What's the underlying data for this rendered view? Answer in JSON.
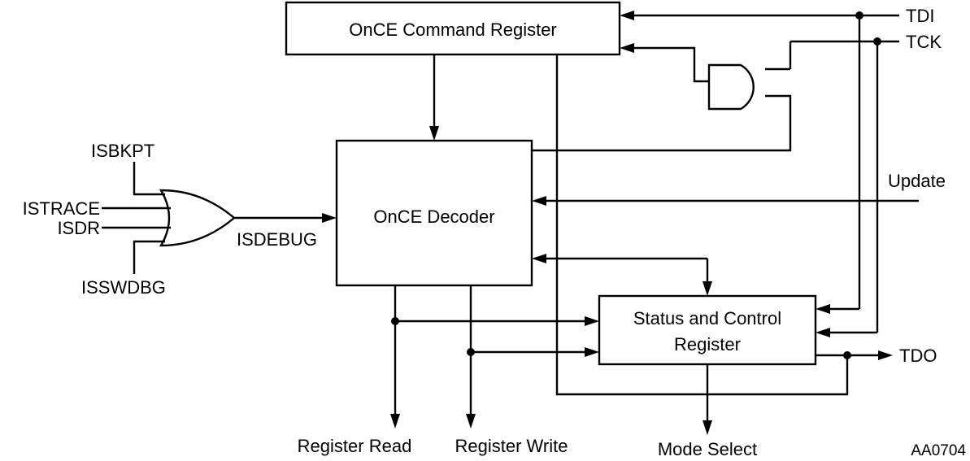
{
  "blocks": {
    "command_register": "OnCE Command Register",
    "decoder": "OnCE Decoder",
    "status_line1": "Status and Control",
    "status_line2": "Register"
  },
  "signals": {
    "tdi": "TDI",
    "tck": "TCK",
    "update": "Update",
    "tdo": "TDO",
    "isbkpt": "ISBKPT",
    "istrace": "ISTRACE",
    "isdr": "ISDR",
    "isswdbg": "ISSWDBG",
    "isdebug": "ISDEBUG"
  },
  "outputs": {
    "register_read": "Register Read",
    "register_write": "Register Write",
    "mode_select": "Mode Select"
  },
  "figure_id": "AA0704"
}
